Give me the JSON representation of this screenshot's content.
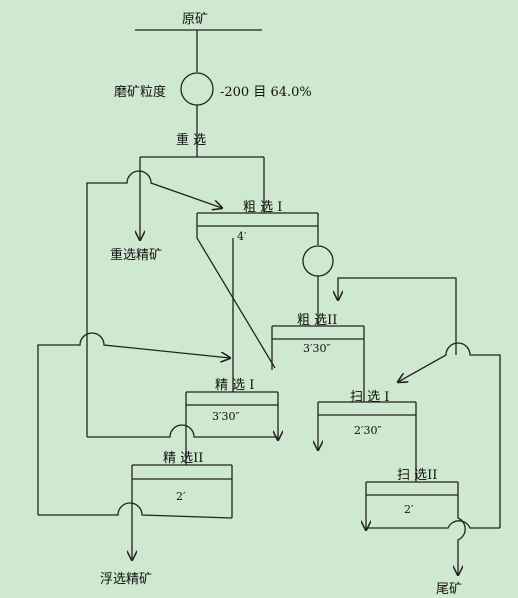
{
  "labels": {
    "raw_ore": "原矿",
    "grind_size": "磨矿粒度",
    "mesh_value": "-200 目 64.0%",
    "gravity": "重 选",
    "gravity_conc": "重选精矿",
    "rough1": "粗 选 I",
    "rough1_time": "4′",
    "rough2": "粗 选II",
    "rough2_time": "3′30″",
    "clean1": "精 选 I",
    "clean1_time": "3′30″",
    "clean2": "精 选II",
    "clean2_time": "2′",
    "scav1": "扫 选 I",
    "scav1_time": "2′30″",
    "scav2": "扫 选II",
    "scav2_time": "2′",
    "float_conc": "浮选精矿",
    "tailings": "尾矿"
  },
  "colors": {
    "background": "#cfe8d0",
    "line": "#222222"
  }
}
